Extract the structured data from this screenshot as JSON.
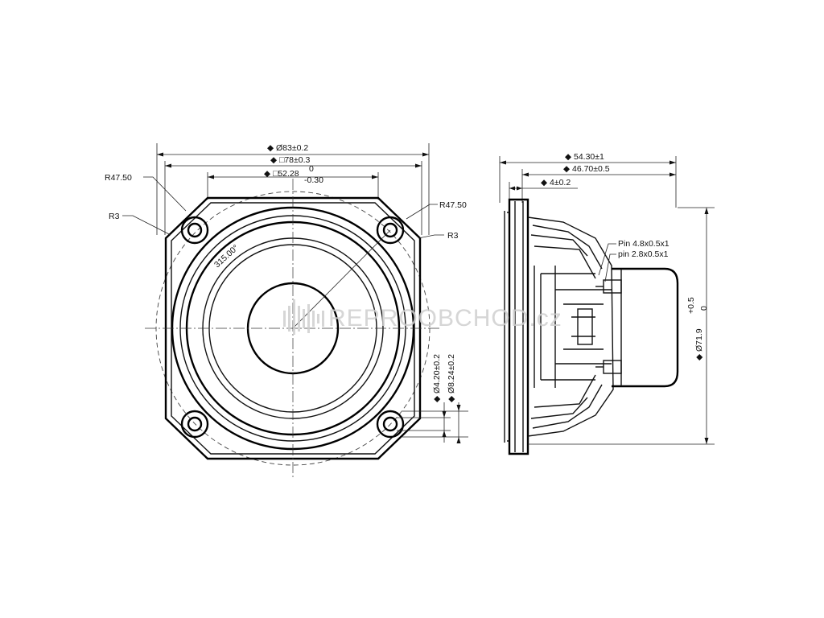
{
  "front_view": {
    "dims": {
      "outer_diameter": "◆ Ø83±0.2",
      "square_flange": "◆ □78±0.3",
      "cutout_square": "◆ □52.28",
      "cutout_tol_upper": "0",
      "cutout_tol_lower": "-0.30",
      "radius_top_left": "R47.50",
      "radius_top_right": "R47.50",
      "corner_left": "R3",
      "corner_right": "R3",
      "angle": "315.00°",
      "hole_diameter": "◆ Ø4.20±0.2",
      "hole_outer_diameter": "◆ Ø8.24±0.2"
    }
  },
  "side_view": {
    "dims": {
      "total_depth": "◆ 54.30±1",
      "frame_depth": "◆ 46.70±0.5",
      "flange_thickness": "◆ 4±0.2",
      "diameter": "◆ Ø71.9",
      "diameter_tol_upper": "+0.5",
      "diameter_tol_lower": "0",
      "pin_large": "Pin 4.8x0.5x1",
      "pin_small": "pin 2.8x0.5x1"
    }
  },
  "watermark": {
    "text": "REPROOBCHOD.cz"
  }
}
